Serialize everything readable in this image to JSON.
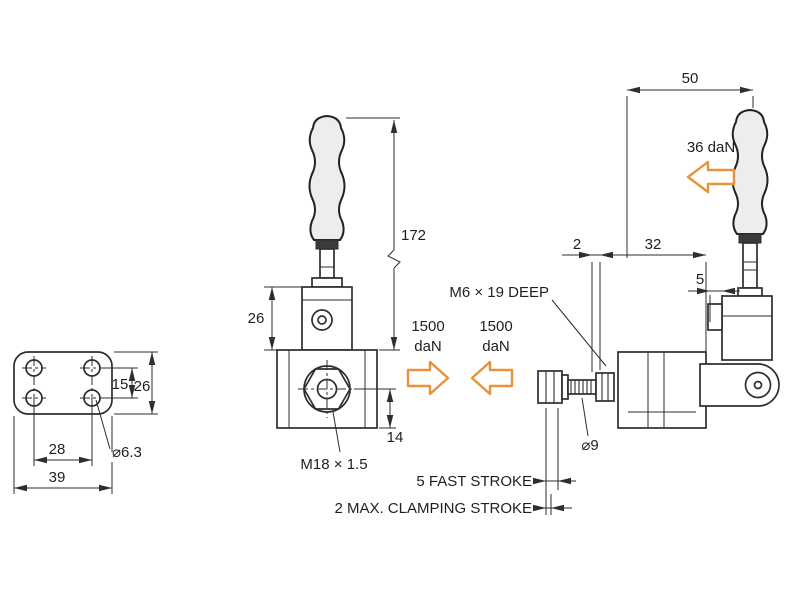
{
  "colors": {
    "line": "#2e2e2e",
    "accent_arrow": "#e8923b",
    "background": "#ffffff"
  },
  "views": {
    "base_plate": {
      "dim_hole_spacing_x": "28",
      "dim_width_total": "39",
      "dim_hole_spacing_y": "15",
      "dim_height_total": "26",
      "hole_diameter": "⌀6.3"
    },
    "front": {
      "dim_height": "172",
      "dim_body": "26",
      "dim_base": "14",
      "thread": "M18 × 1.5"
    },
    "side": {
      "dim_width": "50",
      "dim_pre": "2",
      "dim_span": "32",
      "dim_gap": "5",
      "spindle_thread": "M6 × 19 DEEP",
      "spindle_diameter": "⌀9",
      "fast_stroke": "5 FAST STROKE",
      "clamping_stroke": "2 MAX. CLAMPING STROKE"
    }
  },
  "forces": {
    "left_value": "1500",
    "left_unit": "daN",
    "right_value": "1500",
    "right_unit": "daN",
    "handle": "36 daN"
  }
}
